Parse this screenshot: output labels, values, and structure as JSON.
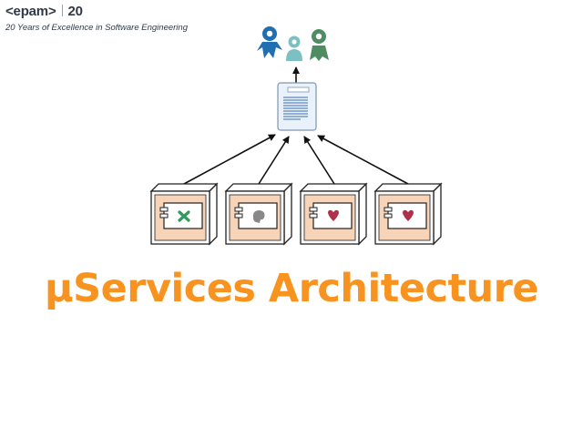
{
  "header": {
    "logo_text": "<epam>",
    "anniversary": "20",
    "tagline": "20 Years of Excellence in Software Engineering"
  },
  "title": "µServices Architecture",
  "diagram": {
    "users_icon": "people-icon",
    "document_icon": "document-icon",
    "services": [
      {
        "icon": "x-icon",
        "color": "#2f9a5a"
      },
      {
        "icon": "blob-icon",
        "color": "#888888"
      },
      {
        "icon": "heart-icon",
        "color": "#b03049"
      },
      {
        "icon": "heart-icon",
        "color": "#b03049"
      }
    ]
  },
  "colors": {
    "title": "#f7931e",
    "user_blue": "#1f6fb2",
    "user_teal": "#7cc0c4",
    "user_green": "#4f8c64",
    "box_fill": "#f7d4b7",
    "box_border": "#222222"
  }
}
